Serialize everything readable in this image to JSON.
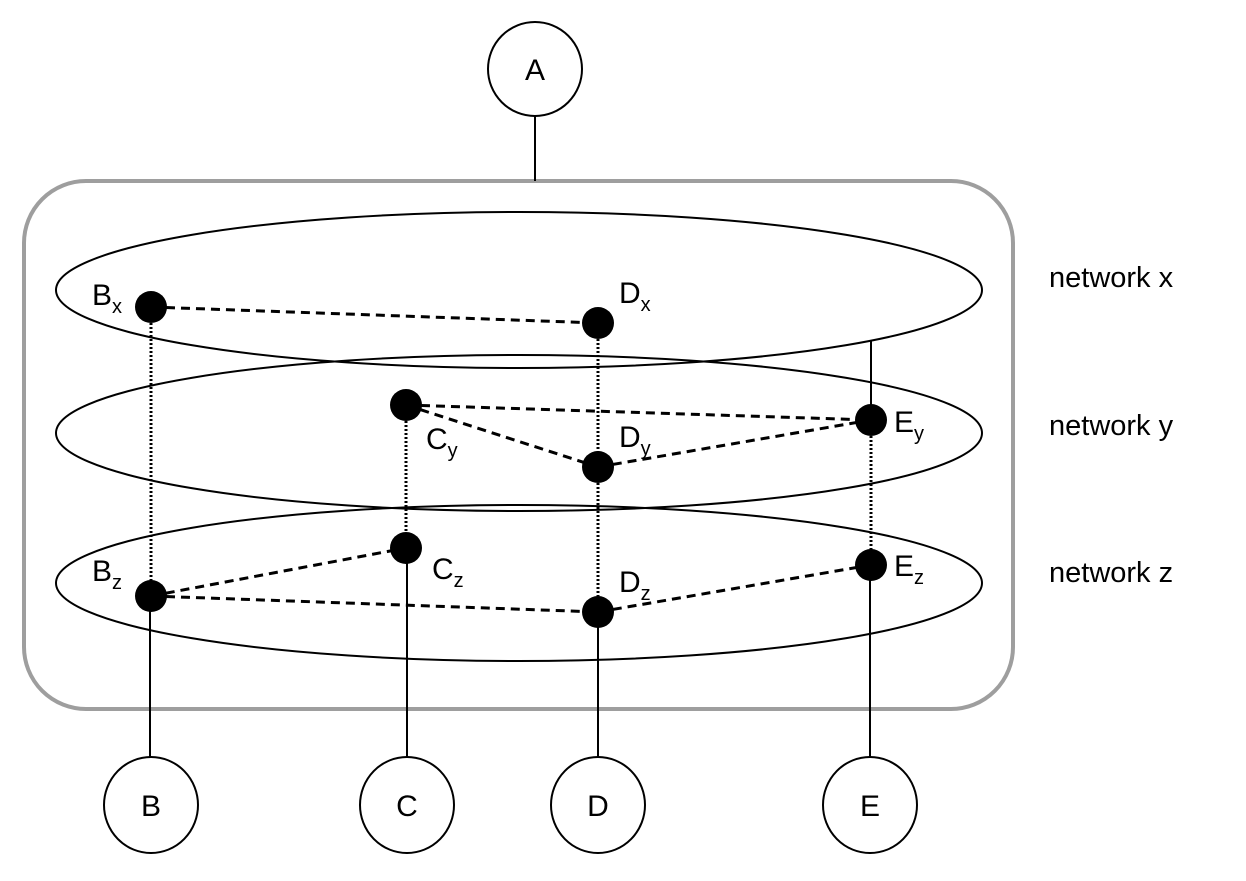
{
  "diagram": {
    "colors": {
      "ink": "#000000",
      "container": "#9e9e9e",
      "background": "#ffffff"
    },
    "external_nodes": [
      {
        "id": "A",
        "label": "A"
      },
      {
        "id": "B",
        "label": "B"
      },
      {
        "id": "C",
        "label": "C"
      },
      {
        "id": "D",
        "label": "D"
      },
      {
        "id": "E",
        "label": "E"
      }
    ],
    "networks": [
      {
        "id": "x",
        "label": "network x"
      },
      {
        "id": "y",
        "label": "network y"
      },
      {
        "id": "z",
        "label": "network z"
      }
    ],
    "interfaces": [
      {
        "id": "Bx",
        "base": "B",
        "sub": "x",
        "network": "x"
      },
      {
        "id": "Dx",
        "base": "D",
        "sub": "x",
        "network": "x"
      },
      {
        "id": "Cy",
        "base": "C",
        "sub": "y",
        "network": "y"
      },
      {
        "id": "Dy",
        "base": "D",
        "sub": "y",
        "network": "y"
      },
      {
        "id": "Ey",
        "base": "E",
        "sub": "y",
        "network": "y"
      },
      {
        "id": "Bz",
        "base": "B",
        "sub": "z",
        "network": "z"
      },
      {
        "id": "Cz",
        "base": "C",
        "sub": "z",
        "network": "z"
      },
      {
        "id": "Dz",
        "base": "D",
        "sub": "z",
        "network": "z"
      },
      {
        "id": "Ez",
        "base": "E",
        "sub": "z",
        "network": "z"
      }
    ],
    "network_links": [
      {
        "from": "Bx",
        "to": "Dx"
      },
      {
        "from": "Cy",
        "to": "Ey"
      },
      {
        "from": "Cy",
        "to": "Dy"
      },
      {
        "from": "Dy",
        "to": "Ey"
      },
      {
        "from": "Bz",
        "to": "Cz"
      },
      {
        "from": "Bz",
        "to": "Dz"
      },
      {
        "from": "Dz",
        "to": "Ez"
      }
    ],
    "vertical_links": [
      {
        "from": "Bx",
        "to": "Bz"
      },
      {
        "from": "Cy",
        "to": "Cz"
      },
      {
        "from": "Dx",
        "to": "Dy"
      },
      {
        "from": "Dy",
        "to": "Dz"
      },
      {
        "from": "Ey",
        "to": "Ez"
      }
    ],
    "access_links": [
      {
        "from": "A",
        "to": "container"
      },
      {
        "from": "Bz",
        "to": "B"
      },
      {
        "from": "Cz",
        "to": "C"
      },
      {
        "from": "Dz",
        "to": "D"
      },
      {
        "from": "Ez",
        "to": "E"
      },
      {
        "from": "Ey",
        "to": "network-x-edge"
      }
    ]
  }
}
